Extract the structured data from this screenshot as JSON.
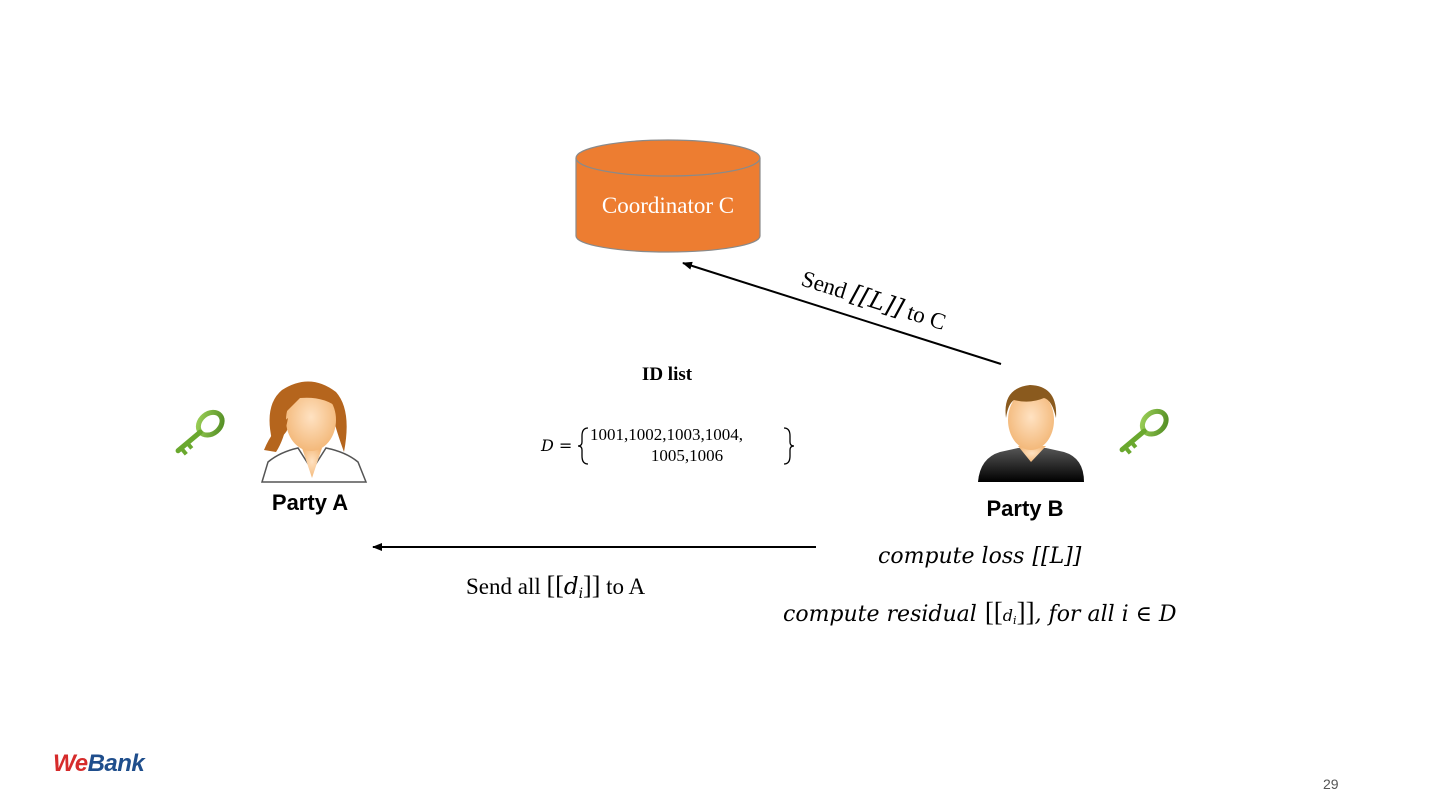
{
  "coordinator": {
    "label": "Coordinator C",
    "fill": "#ED7D31",
    "stroke": "#9a9a9a"
  },
  "party_a": {
    "label": "Party A"
  },
  "party_b": {
    "label": "Party B"
  },
  "id_list": {
    "title": "ID list",
    "lhs": "D =",
    "line1": "1001,1002,1003,1004,",
    "line2": "1005,1006"
  },
  "send_to_c": {
    "pre": "Send ",
    "math": "[[L]]",
    "post": " to C"
  },
  "send_to_a": {
    "pre": "Send all ",
    "math_l": "[[",
    "math_d": "d",
    "math_i": "i",
    "math_r": "]]",
    "post": " to A"
  },
  "compute_loss": {
    "text": "compute loss",
    "math": "[[L]]"
  },
  "compute_residual": {
    "text": "compute  residual",
    "math_l": "[[",
    "math_d": "d",
    "math_i": "i",
    "math_r": "]]",
    "tail": ",  for all i ∈ D"
  },
  "key_icon_color": "#6aa82e",
  "footer": {
    "logo_we": "We",
    "logo_bank": "Bank",
    "page_number": "29"
  }
}
